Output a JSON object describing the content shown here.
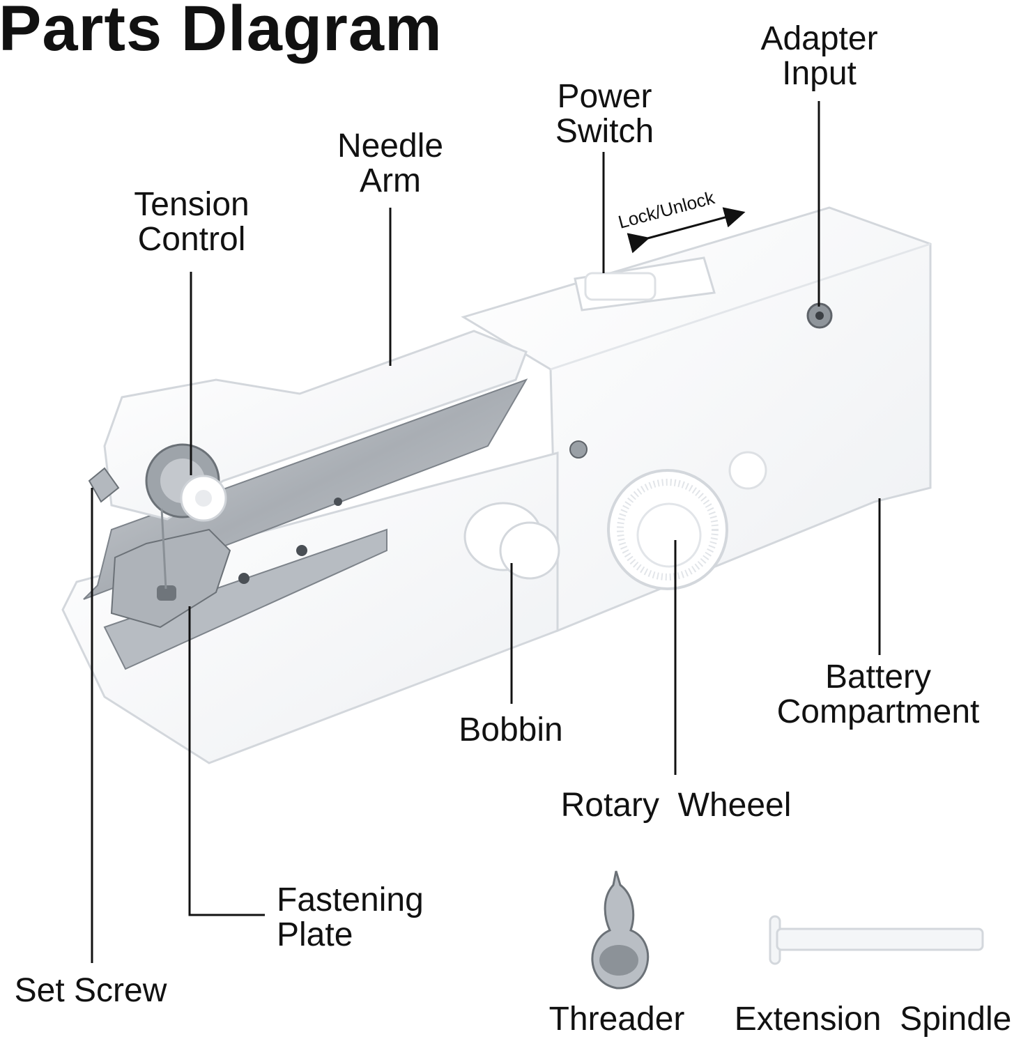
{
  "title": "Parts Dlagram",
  "labels": {
    "adapter_input": [
      "Adapter",
      "Input"
    ],
    "power_switch": [
      "Power",
      "Switch"
    ],
    "needle_arm": [
      "Needle",
      "Arm"
    ],
    "tension_control": [
      "Tension",
      "Control"
    ],
    "lock_unlock": "Lock/Unlock",
    "bobbin": "Bobbin",
    "battery_compartment": [
      "Battery",
      "Compartment"
    ],
    "rotary_wheel": "Rotary  Wheeel",
    "fastening_plate": [
      "Fastening",
      "Plate"
    ],
    "set_screw": "Set Screw",
    "threader": "Threader",
    "extension_spindle": "Extension  Spindle"
  },
  "colors": {
    "text": "#111111",
    "body": "#ffffff",
    "body_outline": "#d8dbe0",
    "metal": "#b4b9bf",
    "metal_dark": "#7d838a"
  }
}
